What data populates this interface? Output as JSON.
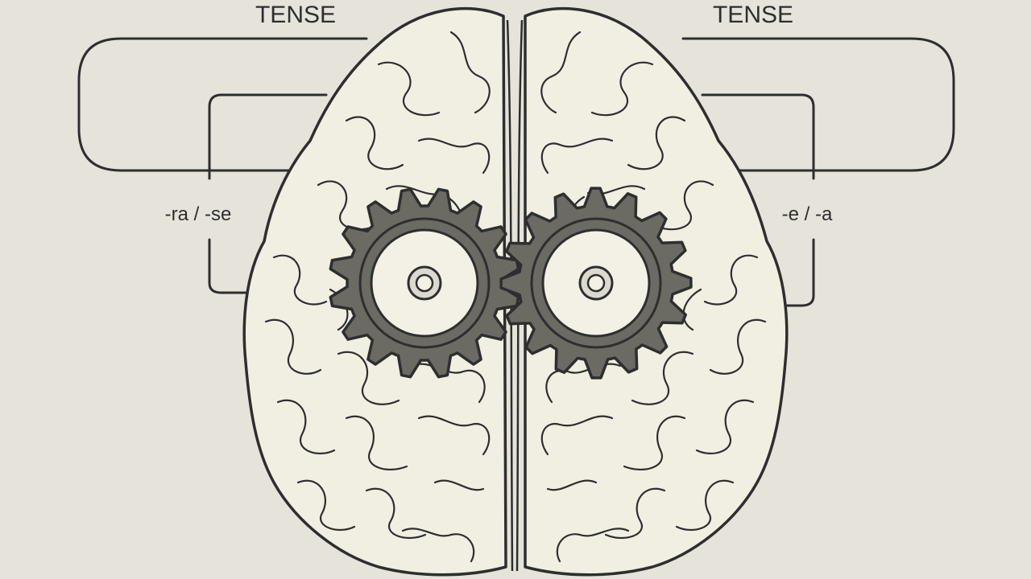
{
  "labels": {
    "left_title": "TENSE",
    "right_title": "TENSE",
    "left_suffix": "-ra / -se",
    "right_suffix": "-e / -a"
  },
  "icons": {
    "brain": "brain-illustration",
    "left_gear": "gear-icon",
    "right_gear": "gear-icon"
  },
  "colors": {
    "background": "#e6e4da",
    "brain_fill": "#f1efe2",
    "outline": "#2e2e2e",
    "gear_fill": "#6b6a63",
    "gear_inner": "#f3f1e6"
  }
}
